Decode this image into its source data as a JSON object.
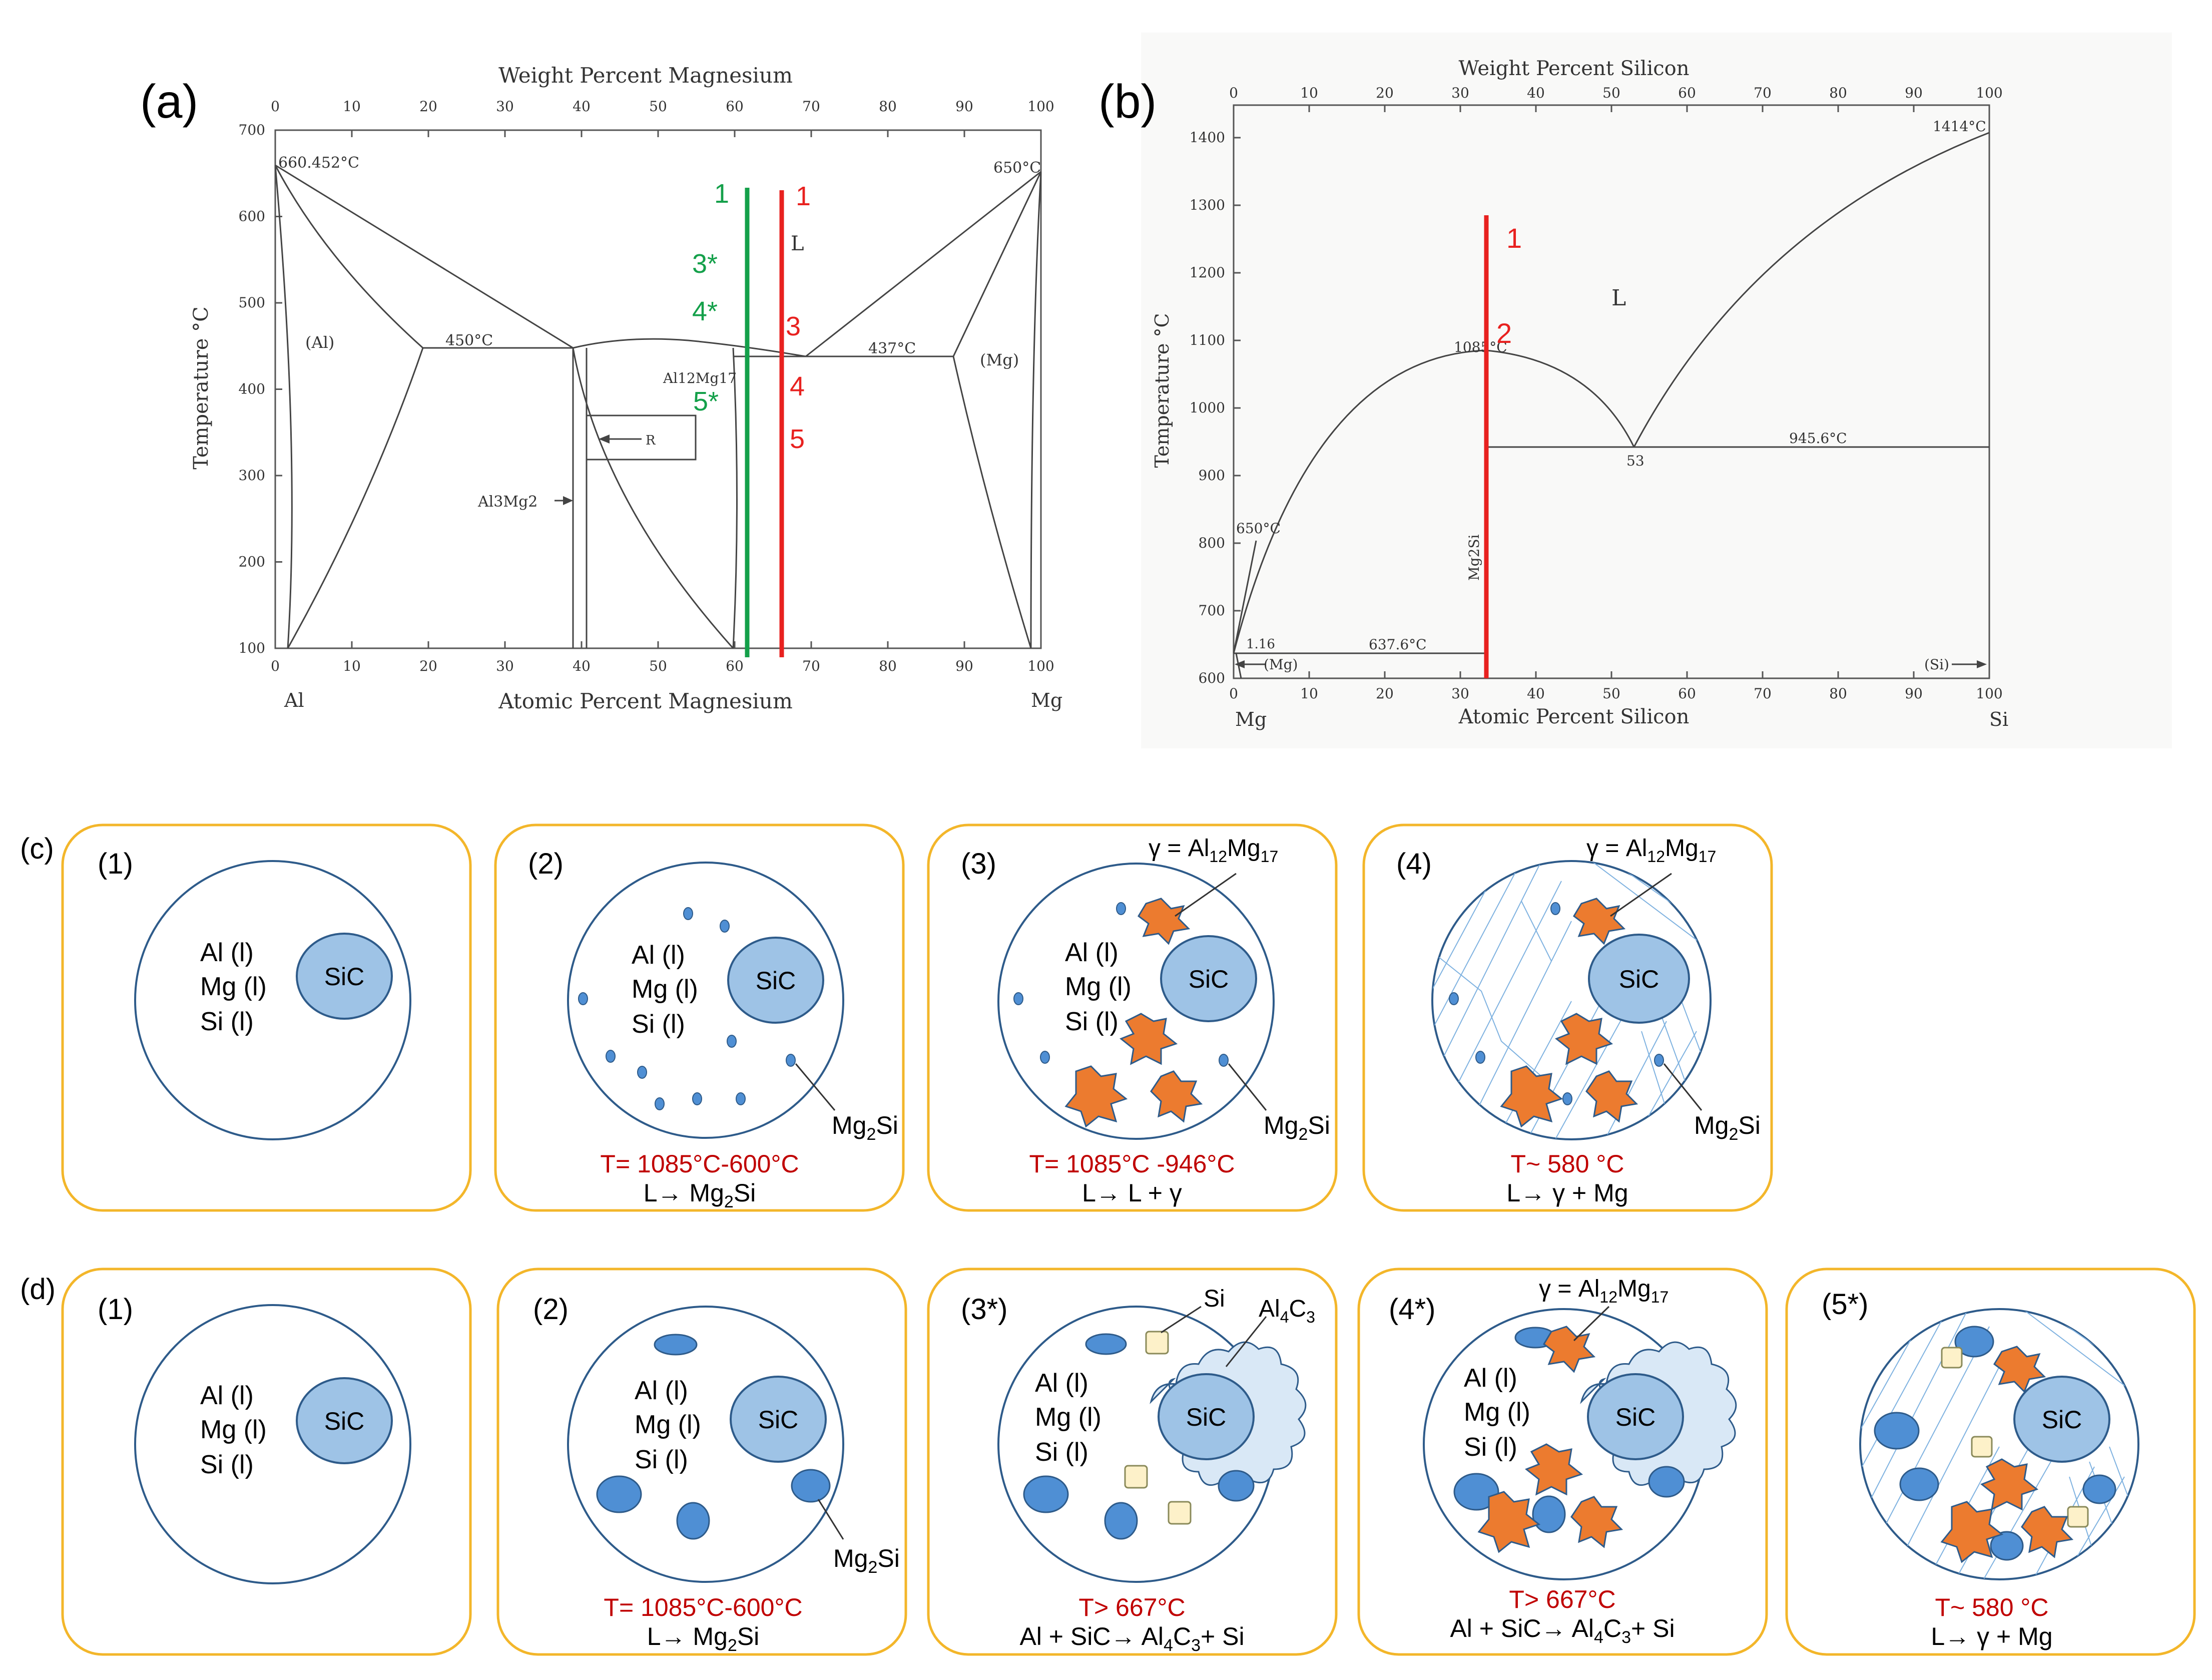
{
  "panels": {
    "a": {
      "label": "(a)",
      "top_axis_title": "Weight Percent Magnesium",
      "bottom_axis_title": "Atomic Percent Magnesium",
      "y_axis_title": "Temperature °C",
      "left_element": "Al",
      "right_element": "Mg",
      "top_ticks": [
        "0",
        "10",
        "20",
        "30",
        "40",
        "50",
        "60",
        "70",
        "80",
        "90",
        "100"
      ],
      "bottom_ticks": [
        "0",
        "10",
        "20",
        "30",
        "40",
        "50",
        "60",
        "70",
        "80",
        "90",
        "100"
      ],
      "y_ticks": [
        "100",
        "200",
        "300",
        "400",
        "500",
        "600",
        "700"
      ],
      "annotations": {
        "al_melt": "660.452°C",
        "mg_melt": "650°C",
        "eutectic_left": "450°C",
        "eutectic_right": "437°C",
        "phase_al": "(Al)",
        "phase_mg": "(Mg)",
        "phase_liquid": "L",
        "phase_gamma": "Al12Mg17",
        "phase_beta": "Al3Mg2",
        "phase_r": "R"
      },
      "green_labels": [
        "1",
        "3*",
        "4*",
        "5*"
      ],
      "red_labels": [
        "1",
        "3",
        "4",
        "5"
      ],
      "green_color": "#14a04a",
      "red_color": "#e8211f"
    },
    "b": {
      "label": "(b)",
      "top_axis_title": "Weight Percent Silicon",
      "bottom_axis_title": "Atomic Percent Silicon",
      "y_axis_title": "Temperature °C",
      "left_element": "Mg",
      "right_element": "Si",
      "top_ticks": [
        "0",
        "10",
        "20",
        "30",
        "40",
        "50",
        "60",
        "70",
        "80",
        "90",
        "100"
      ],
      "bottom_ticks": [
        "0",
        "10",
        "20",
        "30",
        "40",
        "50",
        "60",
        "70",
        "80",
        "90",
        "100"
      ],
      "y_ticks": [
        "600",
        "700",
        "800",
        "900",
        "1000",
        "1100",
        "1200",
        "1300",
        "1400"
      ],
      "annotations": {
        "si_melt": "1414°C",
        "mg_melt": "650°C",
        "mg2si_melt": "1085°C",
        "eutectic_right": "945.6°C",
        "eutectic_left": "637.6°C",
        "eutectic_comp": "53",
        "left_solubility": "1.16",
        "phase_liquid": "L",
        "phase_mg": "(Mg)",
        "phase_si": "(Si)",
        "compound": "Mg2Si"
      },
      "red_labels": [
        "1",
        "2"
      ],
      "red_color": "#e8211f"
    },
    "c": {
      "label": "(c)",
      "boxes": [
        {
          "num": "(1)",
          "liquids": [
            "Al (l)",
            "Mg (l)",
            "Si (l)"
          ],
          "sic": "SiC",
          "temp": "",
          "reaction": ""
        },
        {
          "num": "(2)",
          "liquids": [
            "Al (l)",
            "Mg (l)",
            "Si (l)"
          ],
          "sic": "SiC",
          "callouts": [
            "Mg2Si"
          ],
          "temp": "T= 1085°C-600°C",
          "reaction": "L→ Mg2Si"
        },
        {
          "num": "(3)",
          "liquids": [
            "Al (l)",
            "Mg (l)",
            "Si (l)"
          ],
          "sic": "SiC",
          "callouts": [
            "γ = Al12Mg17",
            "Mg2Si"
          ],
          "temp": "T= 1085°C -946°C",
          "reaction": "L→ L + γ"
        },
        {
          "num": "(4)",
          "sic": "SiC",
          "callouts": [
            "γ = Al12Mg17",
            "Mg2Si"
          ],
          "temp": "T~ 580 °C",
          "reaction": "L→ γ + Mg"
        }
      ]
    },
    "d": {
      "label": "(d)",
      "boxes": [
        {
          "num": "(1)",
          "liquids": [
            "Al (l)",
            "Mg (l)",
            "Si (l)"
          ],
          "sic": "SiC",
          "temp": "",
          "reaction": ""
        },
        {
          "num": "(2)",
          "liquids": [
            "Al (l)",
            "Mg (l)",
            "Si (l)"
          ],
          "sic": "SiC",
          "callouts": [
            "Mg2Si"
          ],
          "temp": "T= 1085°C-600°C",
          "reaction": "L→ Mg2Si"
        },
        {
          "num": "(3*)",
          "liquids": [
            "Al (l)",
            "Mg (l)",
            "Si (l)"
          ],
          "sic": "SiC",
          "callouts": [
            "Si",
            "Al4C3"
          ],
          "temp": "T> 667°C",
          "reaction": "Al + SiC→ Al4C3+ Si"
        },
        {
          "num": "(4*)",
          "liquids": [
            "Al (l)",
            "Mg (l)",
            "Si (l)"
          ],
          "sic": "SiC",
          "callouts": [
            "γ = Al12Mg17"
          ],
          "temp": "T> 667°C",
          "reaction": "Al + SiC→ Al4C3+ Si"
        },
        {
          "num": "(5*)",
          "sic": "SiC",
          "temp": "T~ 580 °C",
          "reaction": "L→ γ + Mg"
        }
      ]
    }
  },
  "colors": {
    "box_border": "#f3b62a",
    "circle_stroke": "#2e5b8a",
    "sic_fill": "#9ec3e6",
    "mg2si_fill": "#4f8fd4",
    "gamma_fill": "#ec7b2f",
    "si_fill": "#fdf1c9",
    "al4c3_fill": "#d9e8f6",
    "temp_text": "#c00000",
    "grain_line": "#7fb2e0"
  }
}
